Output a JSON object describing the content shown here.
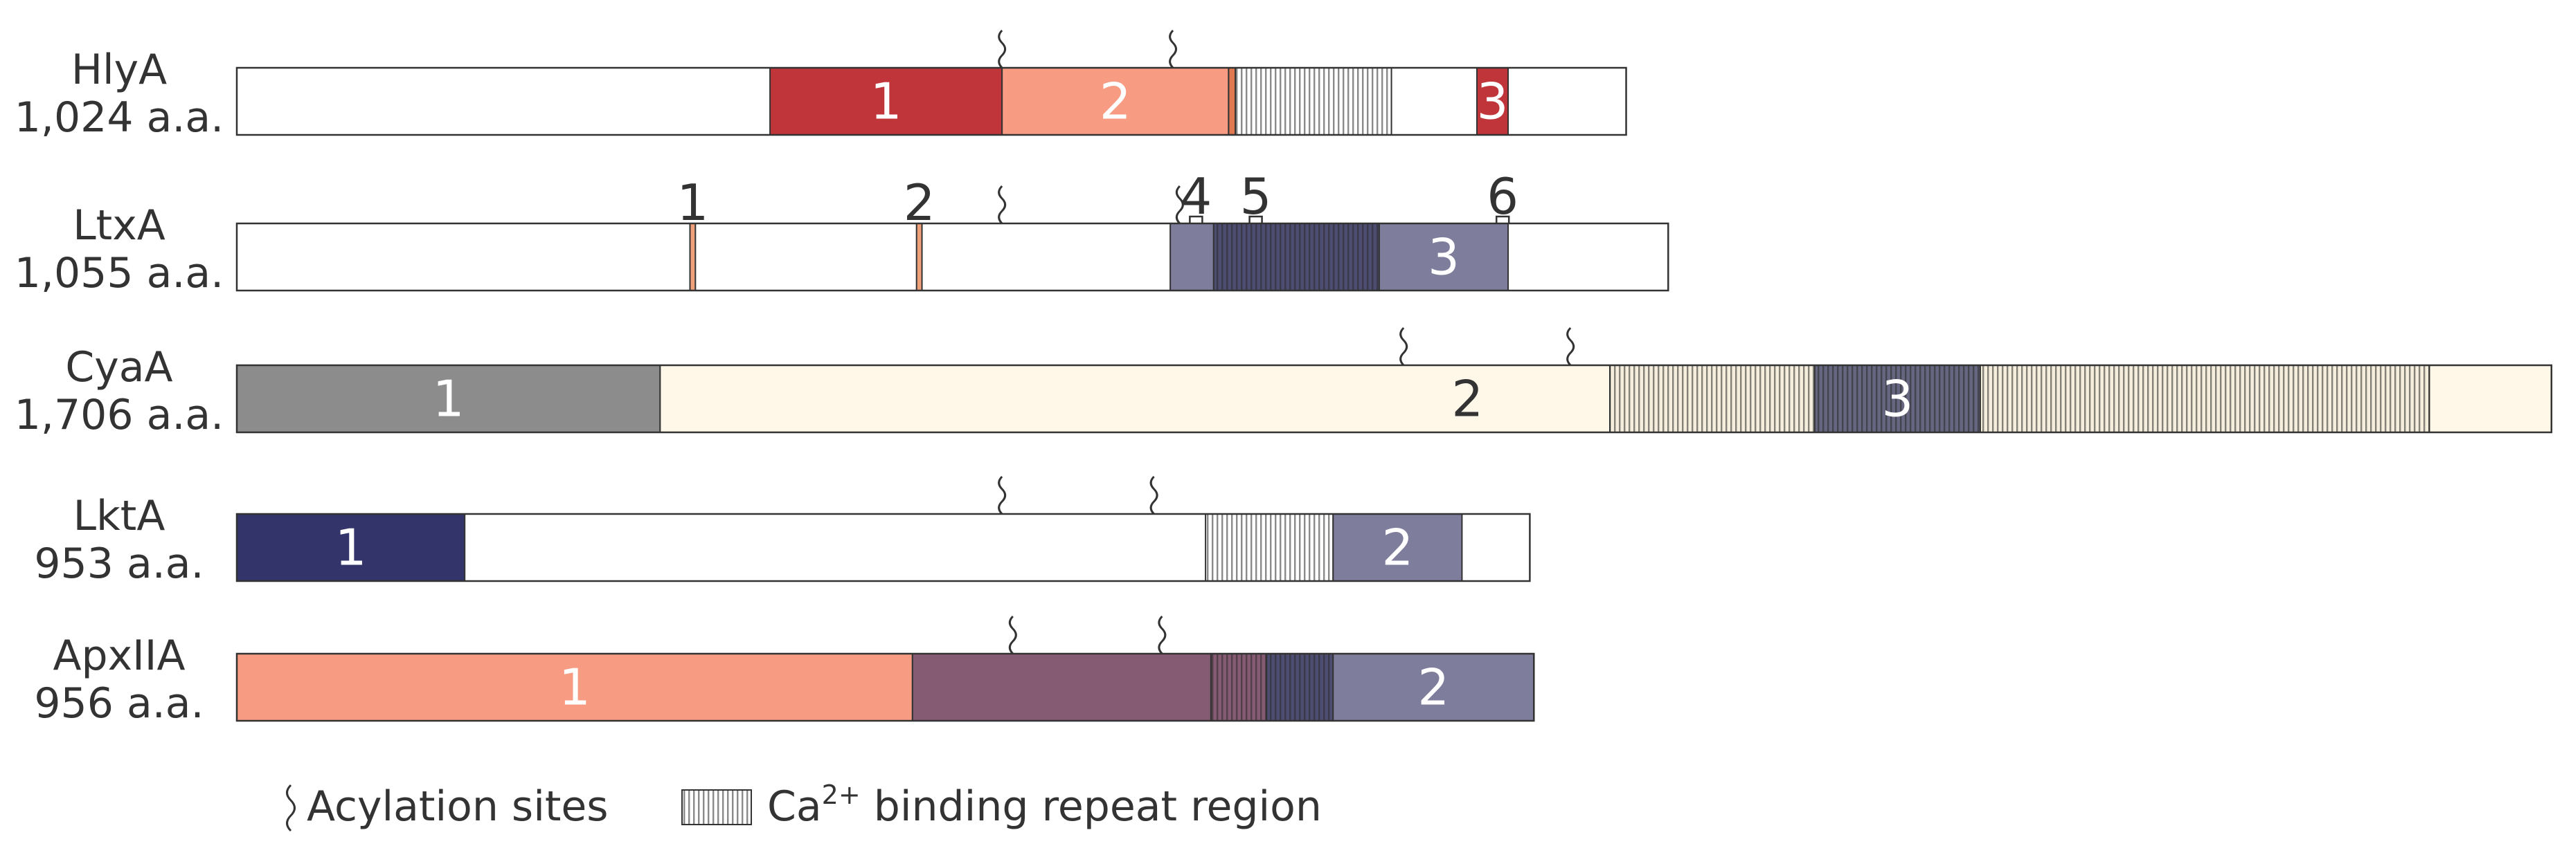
{
  "proteins": [
    {
      "name": "HlyA",
      "length": "1,024 a.a.",
      "residues": 1024,
      "regions": [
        {
          "label": "1",
          "start": 393,
          "end": 564,
          "color": "#C0353A",
          "labelColor": "#ffffff"
        },
        {
          "label": "2",
          "start": 564,
          "end": 731,
          "color": "#F79C83",
          "labelColor": "#ffffff"
        },
        {
          "label": "",
          "start": 731,
          "end": 736,
          "color": "#E0794F"
        },
        {
          "label": "",
          "start": 736,
          "end": 851,
          "color": "#ffffff",
          "hatch": true
        },
        {
          "label": "3",
          "start": 914,
          "end": 937,
          "color": "#C0353A",
          "labelColor": "#ffffff"
        }
      ],
      "acylation_sites": [
        564,
        690
      ],
      "site_markers": []
    },
    {
      "name": "LtxA",
      "length": "1,055 a.a.",
      "residues": 1055,
      "regions": [
        {
          "label": "",
          "start": 334,
          "end": 338,
          "color": "#F0A07A"
        },
        {
          "label": "",
          "start": 501,
          "end": 505,
          "color": "#F0A07A"
        },
        {
          "label": "",
          "start": 688,
          "end": 720,
          "color": "#7F7D9C"
        },
        {
          "label": "",
          "start": 720,
          "end": 842,
          "color": "#4D4D72",
          "hatch": true
        },
        {
          "label": "3",
          "start": 842,
          "end": 937,
          "color": "#7F7D9C",
          "labelColor": "#ffffff"
        }
      ],
      "acylation_sites": [
        564,
        695
      ],
      "site_markers": [
        {
          "label": "1",
          "pos": 336,
          "bracket": false
        },
        {
          "label": "2",
          "pos": 503,
          "bracket": false
        },
        {
          "label": "4",
          "pos": 707,
          "bracket": true
        },
        {
          "label": "5",
          "pos": 751,
          "bracket": true
        },
        {
          "label": "6",
          "pos": 933,
          "bracket": true
        }
      ]
    },
    {
      "name": "CyaA",
      "length": "1,706 a.a.",
      "residues": 1706,
      "regions": [
        {
          "label": "1",
          "start": 0,
          "end": 312,
          "color": "#8C8C8C",
          "labelColor": "#ffffff"
        },
        {
          "label": "2",
          "start": 312,
          "end": 1706,
          "color": "#FFF7E8",
          "labelColor": "#333333",
          "labelPos": 907
        },
        {
          "label": "",
          "start": 1012,
          "end": 1163,
          "color": "#F5EEDC",
          "hatch": true
        },
        {
          "label": "3",
          "start": 1163,
          "end": 1285,
          "color": "#666680",
          "hatch": true,
          "labelColor": "#ffffff"
        },
        {
          "label": "",
          "start": 1285,
          "end": 1616,
          "color": "#F5EEDC",
          "hatch": true
        }
      ],
      "acylation_sites": [
        860,
        983
      ],
      "site_markers": []
    },
    {
      "name": "LktA",
      "length": "953 a.a.",
      "residues": 953,
      "regions": [
        {
          "label": "1",
          "start": 0,
          "end": 168,
          "color": "#33356A",
          "labelColor": "#ffffff"
        },
        {
          "label": "",
          "start": 714,
          "end": 808,
          "color": "#ffffff",
          "hatch": true
        },
        {
          "label": "2",
          "start": 808,
          "end": 903,
          "color": "#7F7D9C",
          "labelColor": "#ffffff"
        }
      ],
      "acylation_sites": [
        564,
        676
      ],
      "site_markers": []
    },
    {
      "name": "ApxIIA",
      "length": "956 a.a.",
      "residues": 956,
      "regions": [
        {
          "label": "1",
          "start": 0,
          "end": 498,
          "color": "#F79C83",
          "labelColor": "#ffffff"
        },
        {
          "label": "",
          "start": 498,
          "end": 718,
          "color": "#845B73"
        },
        {
          "label": "",
          "start": 718,
          "end": 759,
          "color": "#845B73",
          "hatch": true
        },
        {
          "label": "",
          "start": 759,
          "end": 808,
          "color": "#4D4D72",
          "hatch": true
        },
        {
          "label": "2",
          "start": 808,
          "end": 956,
          "color": "#7F7D9C",
          "labelColor": "#ffffff"
        }
      ],
      "acylation_sites": [
        572,
        682
      ],
      "site_markers": []
    }
  ],
  "legend": {
    "acylation": "Acylation sites",
    "repeat_prefix": "Ca",
    "repeat_superscript": "2+",
    "repeat_suffix": " binding repeat region"
  }
}
